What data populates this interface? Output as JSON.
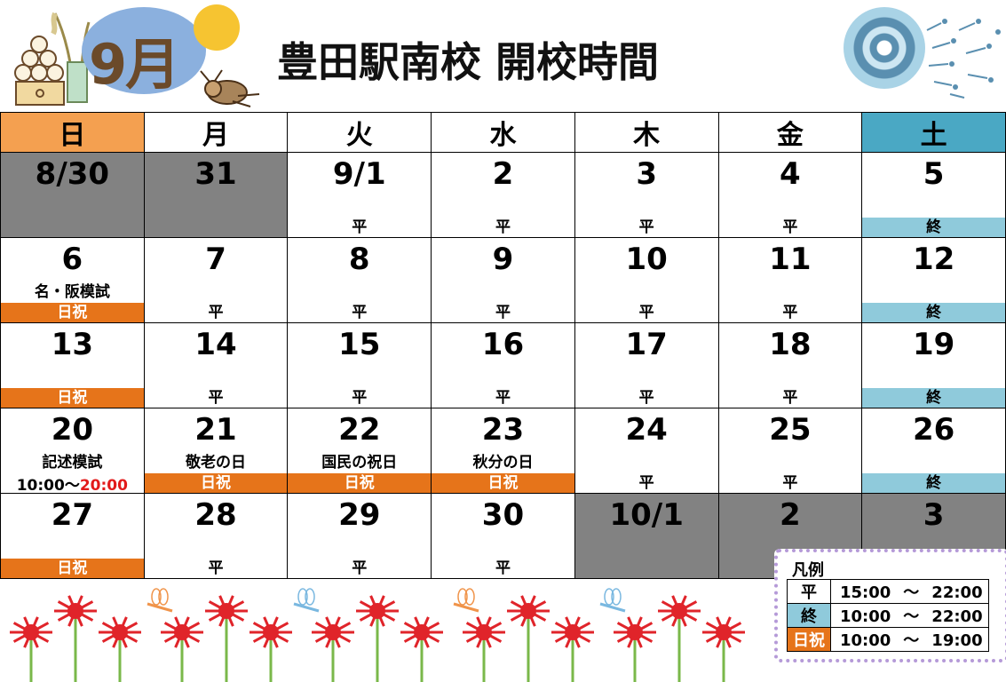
{
  "header": {
    "month": "9月",
    "title": "豊田駅南校 開校時間"
  },
  "weekdays": [
    "日",
    "月",
    "火",
    "水",
    "木",
    "金",
    "土"
  ],
  "weeks": [
    [
      {
        "date": "8/30",
        "gray": true
      },
      {
        "date": "31",
        "gray": true
      },
      {
        "date": "9/1",
        "strip": "平",
        "strip_type": "hei"
      },
      {
        "date": "2",
        "strip": "平",
        "strip_type": "hei"
      },
      {
        "date": "3",
        "strip": "平",
        "strip_type": "hei"
      },
      {
        "date": "4",
        "strip": "平",
        "strip_type": "hei"
      },
      {
        "date": "5",
        "strip": "終",
        "strip_type": "owari"
      }
    ],
    [
      {
        "date": "6",
        "event": "名・阪模試",
        "strip": "日祝",
        "strip_type": "shuku"
      },
      {
        "date": "7",
        "strip": "平",
        "strip_type": "hei"
      },
      {
        "date": "8",
        "strip": "平",
        "strip_type": "hei"
      },
      {
        "date": "9",
        "strip": "平",
        "strip_type": "hei"
      },
      {
        "date": "10",
        "strip": "平",
        "strip_type": "hei"
      },
      {
        "date": "11",
        "strip": "平",
        "strip_type": "hei"
      },
      {
        "date": "12",
        "strip": "終",
        "strip_type": "owari"
      }
    ],
    [
      {
        "date": "13",
        "strip": "日祝",
        "strip_type": "shuku"
      },
      {
        "date": "14",
        "strip": "平",
        "strip_type": "hei"
      },
      {
        "date": "15",
        "strip": "平",
        "strip_type": "hei"
      },
      {
        "date": "16",
        "strip": "平",
        "strip_type": "hei"
      },
      {
        "date": "17",
        "strip": "平",
        "strip_type": "hei"
      },
      {
        "date": "18",
        "strip": "平",
        "strip_type": "hei"
      },
      {
        "date": "19",
        "strip": "終",
        "strip_type": "owari"
      }
    ],
    [
      {
        "date": "20",
        "event": "記述模試",
        "time_start": "10:00～",
        "time_end": "20:00"
      },
      {
        "date": "21",
        "event": "敬老の日",
        "strip": "日祝",
        "strip_type": "shuku"
      },
      {
        "date": "22",
        "event": "国民の祝日",
        "strip": "日祝",
        "strip_type": "shuku"
      },
      {
        "date": "23",
        "event": "秋分の日",
        "strip": "日祝",
        "strip_type": "shuku"
      },
      {
        "date": "24",
        "strip": "平",
        "strip_type": "hei"
      },
      {
        "date": "25",
        "strip": "平",
        "strip_type": "hei"
      },
      {
        "date": "26",
        "strip": "終",
        "strip_type": "owari"
      }
    ],
    [
      {
        "date": "27",
        "strip": "日祝",
        "strip_type": "shuku"
      },
      {
        "date": "28",
        "strip": "平",
        "strip_type": "hei"
      },
      {
        "date": "29",
        "strip": "平",
        "strip_type": "hei"
      },
      {
        "date": "30",
        "strip": "平",
        "strip_type": "hei"
      },
      {
        "date": "10/1",
        "gray": true
      },
      {
        "date": "2",
        "gray": true
      },
      {
        "date": "3",
        "gray": true
      }
    ]
  ],
  "legend": {
    "title": "凡例",
    "rows": [
      {
        "key": "平",
        "type": "hei",
        "start": "15:00",
        "sep": "～",
        "end": "22:00"
      },
      {
        "key": "終",
        "type": "owari",
        "start": "10:00",
        "sep": "～",
        "end": "22:00"
      },
      {
        "key": "日祝",
        "type": "shuku",
        "start": "10:00",
        "sep": "～",
        "end": "19:00"
      }
    ]
  },
  "colors": {
    "sunday_header": "#f4a050",
    "saturday_header": "#4aa8c4",
    "holiday_strip": "#e6741a",
    "owari_strip": "#8fcadb",
    "closed_cell": "#828282"
  },
  "icons": [
    "tsukimi-dango-icon",
    "moon-icon",
    "cricket-icon",
    "typhoon-icon",
    "red-spider-lily-icon",
    "dragonfly-icon"
  ]
}
